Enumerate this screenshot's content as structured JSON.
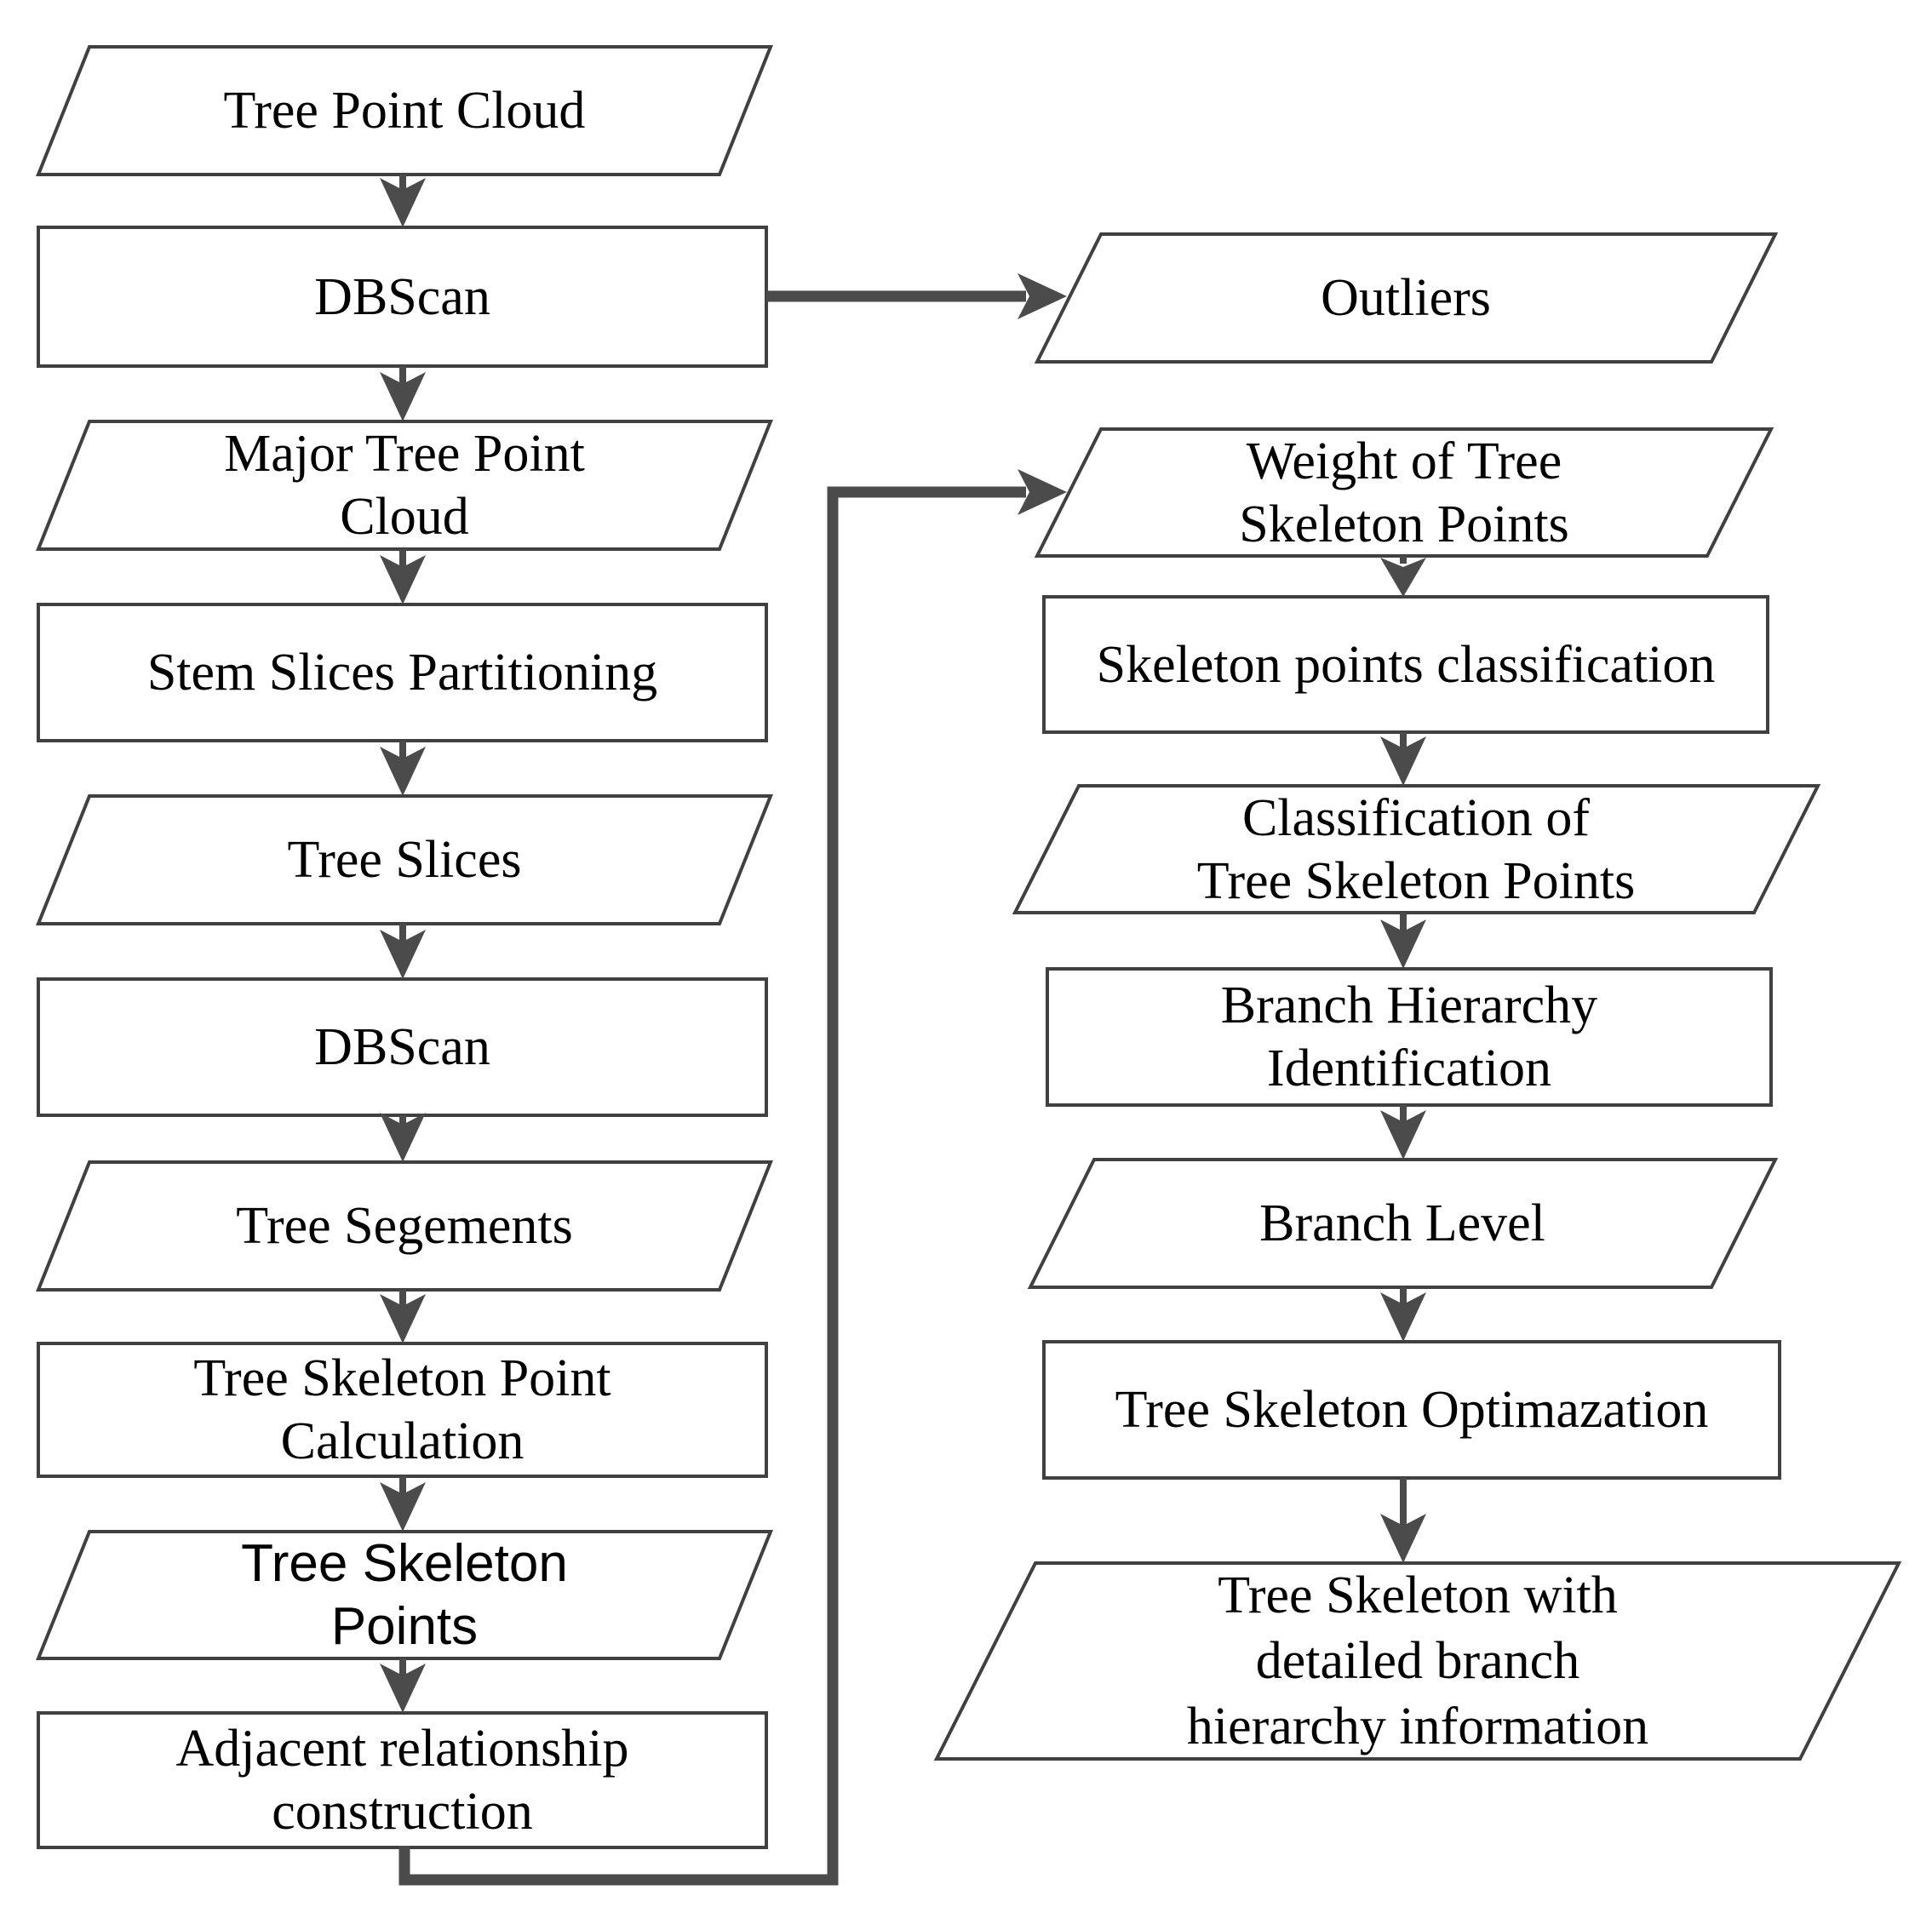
{
  "flowchart": {
    "background": "#ffffff",
    "box_border_color": "#404040",
    "arrow_color": "#4b4b4b",
    "text_color": "#000000",
    "nodes": {
      "tree_point_cloud": {
        "label": "Tree Point Cloud",
        "shape": "parallelogram"
      },
      "dbscan_1": {
        "label": "DBScan",
        "shape": "rectangle"
      },
      "outliers": {
        "label": "Outliers",
        "shape": "parallelogram"
      },
      "major_tree_point_cloud": {
        "label": "Major Tree Point\nCloud",
        "shape": "parallelogram"
      },
      "stem_slices_partitioning": {
        "label": "Stem Slices Partitioning",
        "shape": "rectangle"
      },
      "tree_slices": {
        "label": "Tree Slices",
        "shape": "parallelogram"
      },
      "dbscan_2": {
        "label": "DBScan",
        "shape": "rectangle"
      },
      "tree_segements": {
        "label": "Tree Segements",
        "shape": "parallelogram"
      },
      "tree_skeleton_point_calculation": {
        "label": "Tree Skeleton Point\nCalculation",
        "shape": "rectangle"
      },
      "tree_skeleton_points": {
        "label": "Tree Skeleton\nPoints",
        "shape": "parallelogram"
      },
      "adjacent_relationship_construction": {
        "label": "Adjacent relationship\nconstruction",
        "shape": "rectangle"
      },
      "weight_of_tree_skeleton_points": {
        "label": "Weight of Tree\nSkeleton Points",
        "shape": "parallelogram"
      },
      "skeleton_points_classification": {
        "label": "Skeleton points classification",
        "shape": "rectangle"
      },
      "classification_of_tree_skeleton_points": {
        "label": "Classification of\nTree Skeleton Points",
        "shape": "parallelogram"
      },
      "branch_hierarchy_identification": {
        "label": "Branch Hierarchy\nIdentification",
        "shape": "rectangle"
      },
      "branch_level": {
        "label": "Branch Level",
        "shape": "parallelogram"
      },
      "tree_skeleton_optimazation": {
        "label": "Tree Skeleton Optimazation",
        "shape": "rectangle"
      },
      "tree_skeleton_detailed": {
        "label": "Tree Skeleton with\ndetailed branch\nhierarchy information",
        "shape": "parallelogram"
      }
    },
    "edges": [
      {
        "from": "tree_point_cloud",
        "to": "dbscan_1"
      },
      {
        "from": "dbscan_1",
        "to": "outliers"
      },
      {
        "from": "dbscan_1",
        "to": "major_tree_point_cloud"
      },
      {
        "from": "major_tree_point_cloud",
        "to": "stem_slices_partitioning"
      },
      {
        "from": "stem_slices_partitioning",
        "to": "tree_slices"
      },
      {
        "from": "tree_slices",
        "to": "dbscan_2"
      },
      {
        "from": "dbscan_2",
        "to": "tree_segements"
      },
      {
        "from": "tree_segements",
        "to": "tree_skeleton_point_calculation"
      },
      {
        "from": "tree_skeleton_point_calculation",
        "to": "tree_skeleton_points"
      },
      {
        "from": "tree_skeleton_points",
        "to": "adjacent_relationship_construction"
      },
      {
        "from": "adjacent_relationship_construction",
        "to": "weight_of_tree_skeleton_points"
      },
      {
        "from": "weight_of_tree_skeleton_points",
        "to": "skeleton_points_classification"
      },
      {
        "from": "skeleton_points_classification",
        "to": "classification_of_tree_skeleton_points"
      },
      {
        "from": "classification_of_tree_skeleton_points",
        "to": "branch_hierarchy_identification"
      },
      {
        "from": "branch_hierarchy_identification",
        "to": "branch_level"
      },
      {
        "from": "branch_level",
        "to": "tree_skeleton_optimazation"
      },
      {
        "from": "tree_skeleton_optimazation",
        "to": "tree_skeleton_detailed"
      }
    ]
  }
}
